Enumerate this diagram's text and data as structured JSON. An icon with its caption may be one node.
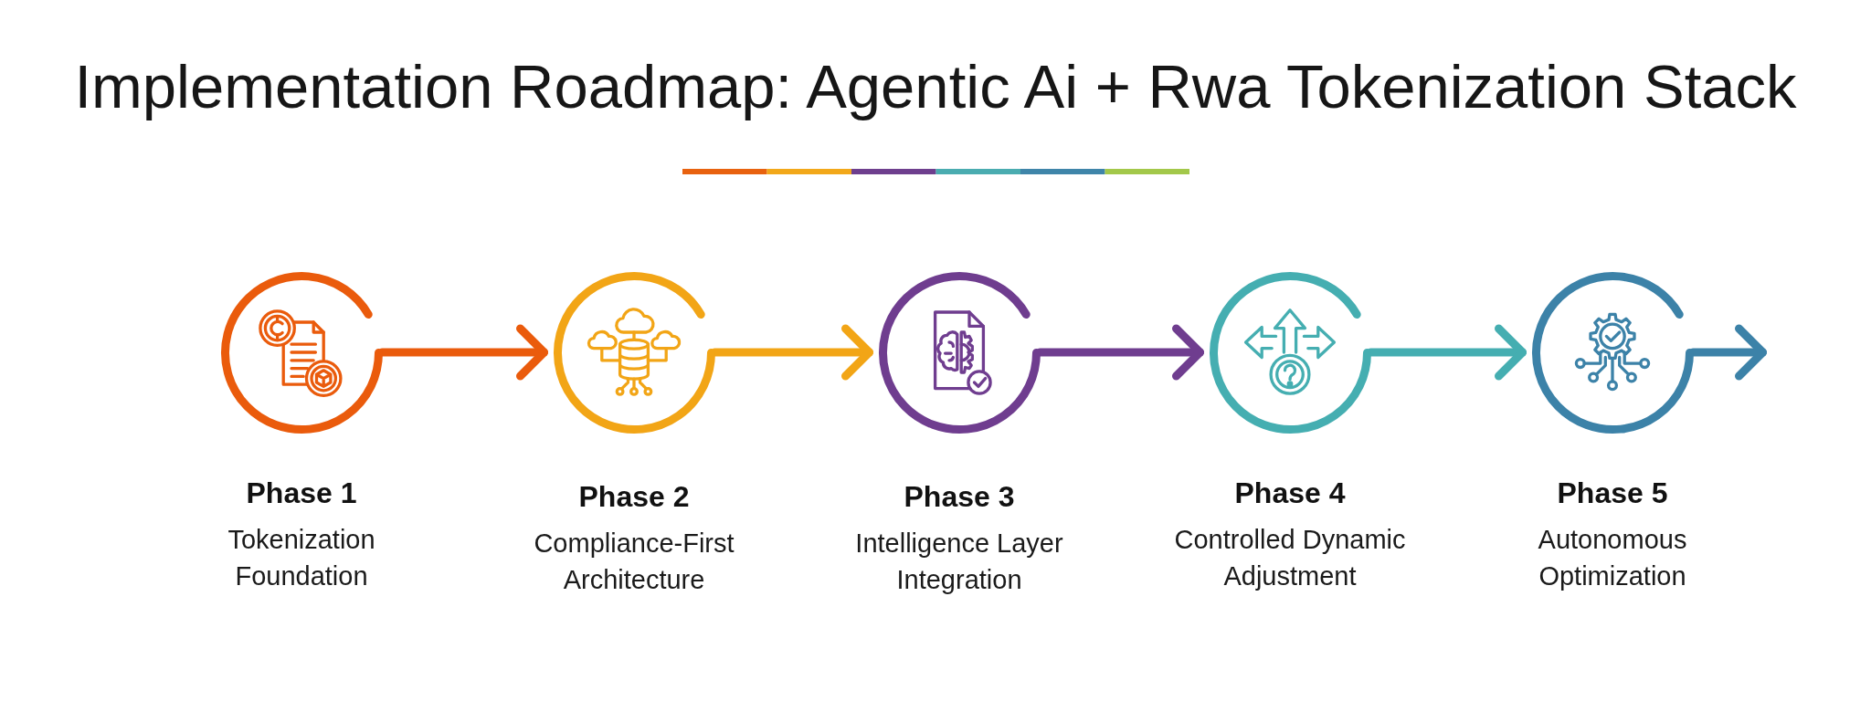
{
  "diagram": {
    "title": "Implementation Roadmap: Agentic Ai + Rwa Tokenization Stack",
    "nodes": [
      {
        "text": [],
        "shape": "circle",
        "beside": [
          "Phase 1",
          "Tokenization Foundation"
        ]
      },
      {
        "text": [],
        "shape": "circle",
        "beside": [
          "Phase 2",
          "Compliance-First Architecture"
        ]
      },
      {
        "text": [],
        "shape": "circle",
        "beside": [
          "Phase 3",
          "Intelligence Layer Integration"
        ]
      },
      {
        "text": [],
        "shape": "circle",
        "beside": [
          "Phase 4",
          "Controlled Dynamic Adjustment"
        ]
      },
      {
        "text": [],
        "shape": "circle",
        "beside": [
          "Phase 5",
          "Autonomous Optimization"
        ]
      }
    ],
    "edges": [
      {
        "from": 0,
        "to": 1,
        "arrow": "to",
        "color": "#ea5b0c"
      },
      {
        "from": 1,
        "to": 2,
        "arrow": "to",
        "color": "#f2a516"
      },
      {
        "from": 2,
        "to": 3,
        "arrow": "to",
        "color": "#6f3d8f"
      },
      {
        "from": 3,
        "to": 4,
        "arrow": "to",
        "color": "#45aeb1"
      },
      {
        "from": 4,
        "to": null,
        "arrow": "to",
        "color": "#3c82a8"
      }
    ]
  }
}
